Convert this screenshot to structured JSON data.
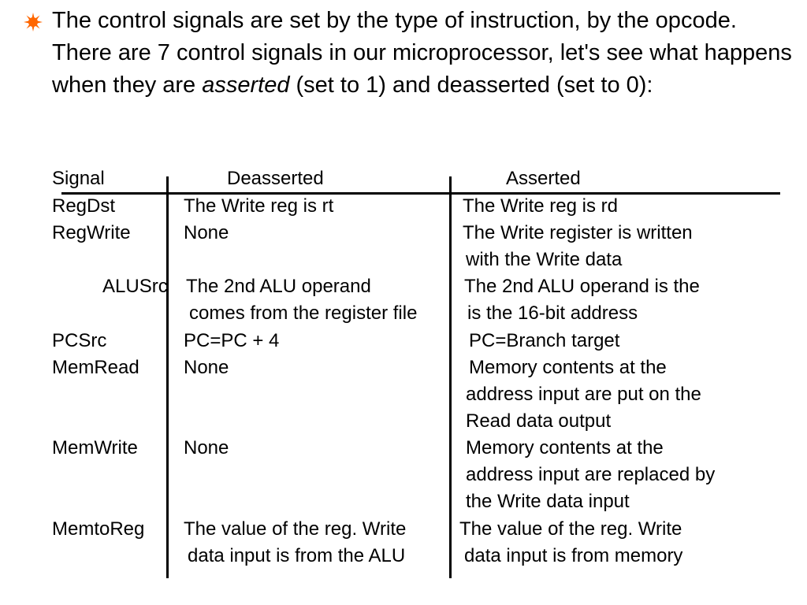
{
  "slide": {
    "bullet_icon": "orange-asterisk-bullet",
    "bullet_color": "#FF6600",
    "intro": {
      "line1": "The control signals are set by the type of instruction, by the opcode.",
      "line2_before": "There are 7 control signals in our microprocessor, let's see what happens when they are ",
      "line2_emph": "asserted",
      "line2_after": " (set to 1) and deasserted (set to 0):"
    },
    "table": {
      "headers": {
        "signal": "Signal",
        "deasserted": "Deasserted",
        "asserted": "Asserted"
      },
      "rows": [
        {
          "signal": "RegDst",
          "deasserted": [
            "The Write reg is rt"
          ],
          "asserted": [
            "The Write reg is rd"
          ]
        },
        {
          "signal": "RegWrite",
          "deasserted": [
            "None"
          ],
          "asserted": [
            "The Write register is written",
            "with the Write data"
          ]
        },
        {
          "signal": "ALUSrc",
          "deasserted": [
            "The 2nd ALU operand",
            "comes from the register file"
          ],
          "asserted": [
            "The 2nd ALU operand is the",
            "is the 16-bit address"
          ]
        },
        {
          "signal": "PCSrc",
          "deasserted": [
            "PC=PC + 4"
          ],
          "asserted": [
            "PC=Branch target"
          ]
        },
        {
          "signal": "MemRead",
          "deasserted": [
            "None"
          ],
          "asserted": [
            "Memory contents at the",
            "address input are put on the",
            "Read data output"
          ]
        },
        {
          "signal": "MemWrite",
          "deasserted": [
            "None"
          ],
          "asserted": [
            "Memory contents at the",
            "address input are replaced by",
            "the Write data input"
          ]
        },
        {
          "signal": "MemtoReg",
          "deasserted": [
            "The value of the reg. Write",
            "data input is from the ALU"
          ],
          "asserted": [
            "The value of the reg. Write",
            "data input is from memory"
          ]
        }
      ]
    }
  }
}
